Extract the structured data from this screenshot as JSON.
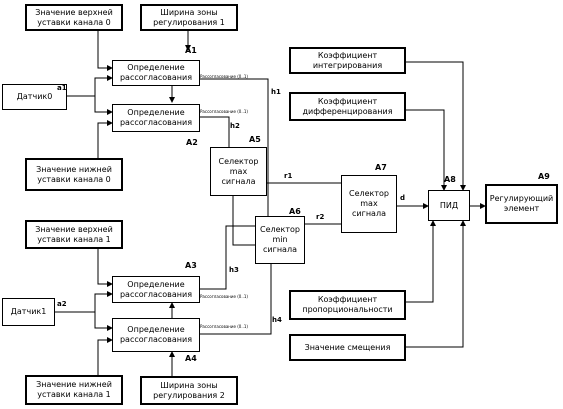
{
  "boxes": {
    "upper0": "Значение верхней\nуставки канала 0",
    "zone1": "Ширина зоны\nрегулирования 1",
    "det1": "Определение\nрассогласования",
    "det2": "Определение\nрассогласования",
    "sensor0": "Датчик0",
    "lower0": "Значение нижней\nуставки канала 0",
    "upper1": "Значение верхней\nуставки канала 1",
    "det3": "Определение\nрассогласования",
    "det4": "Определение\nрассогласования",
    "sensor1": "Датчик1",
    "lower1": "Значение нижней\nуставки канала 1",
    "zone2": "Ширина зоны\nрегулирования 2",
    "selmax5": "Селектор\nmax\nсигнала",
    "selmin6": "Селектор\nmin\nсигнала",
    "selmax7": "Селектор\nmax\nсигнала",
    "kint": "Коэффициент\nинтегрирования",
    "kdiff": "Коэффициент\nдифференцирования",
    "pid": "ПИД",
    "reg": "Регулирующий\nэлемент",
    "kprop": "Коэффициент\nпропорциональности",
    "offset": "Значение смещения"
  },
  "tags": {
    "A1": "A1",
    "A2": "A2",
    "A3": "A3",
    "A4": "A4",
    "A5": "A5",
    "A6": "A6",
    "A7": "A7",
    "A8": "A8",
    "A9": "A9"
  },
  "signals": {
    "a1": "a1",
    "a2": "a2",
    "h1": "h1",
    "h2": "h2",
    "h3": "h3",
    "h4": "h4",
    "r1": "r1",
    "r2": "r2",
    "d": "d"
  },
  "mismatch_label": "Рассогласование (0..1)"
}
